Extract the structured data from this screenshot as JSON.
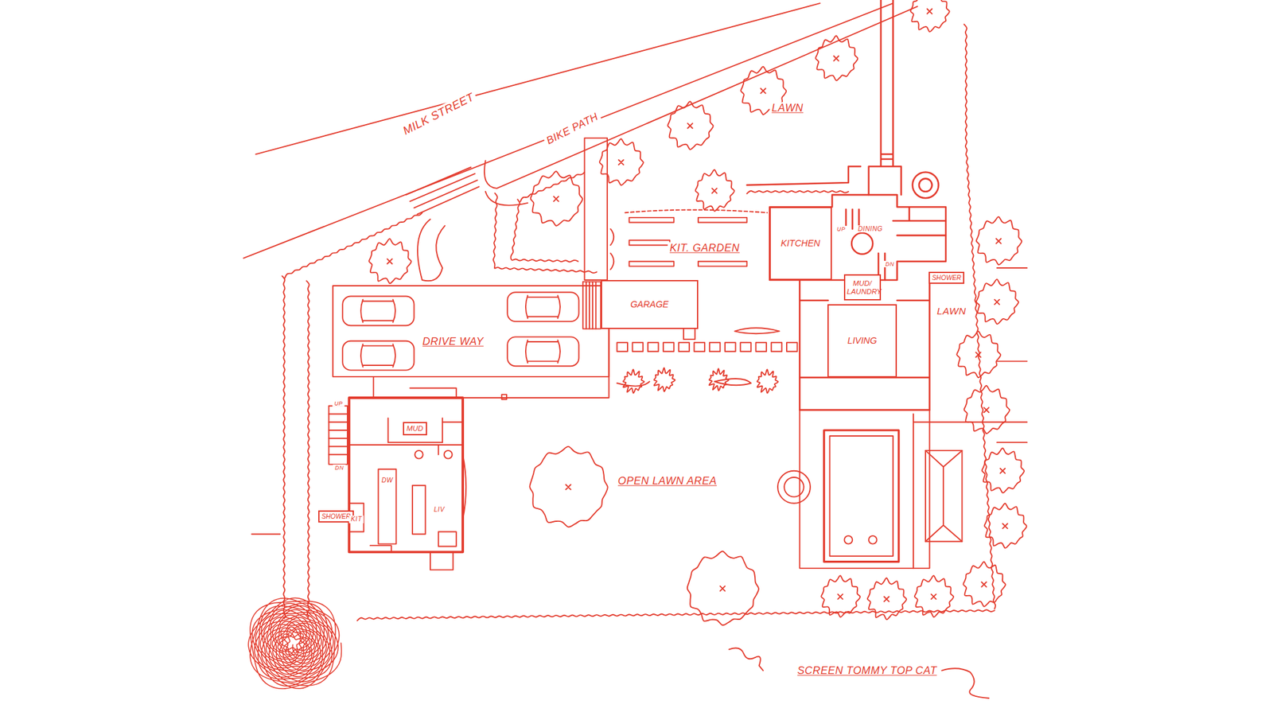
{
  "diagram": {
    "nodes": [
      {
        "text": [
          "GARAGE"
        ]
      },
      {
        "text": [
          "KITCHEN"
        ]
      },
      {
        "text": [
          "MUD/ LAUNDRY"
        ]
      },
      {
        "text": [
          "LIVING"
        ]
      },
      {
        "text": [
          "SHOWER"
        ]
      },
      {
        "text": [
          "SHOWER"
        ]
      },
      {
        "text": [
          "MUD"
        ]
      }
    ],
    "labels": [
      "MILK STREET",
      "BIKE PATH",
      "LAWN",
      "KIT. GARDEN",
      "DINING",
      "DRIVE WAY",
      "LAWN",
      "OPEN LAWN AREA",
      "DW",
      "LIV",
      "KIT",
      "UP",
      "DN",
      "UP",
      "DN",
      "SCREEN TOMMY TOP CAT"
    ]
  }
}
